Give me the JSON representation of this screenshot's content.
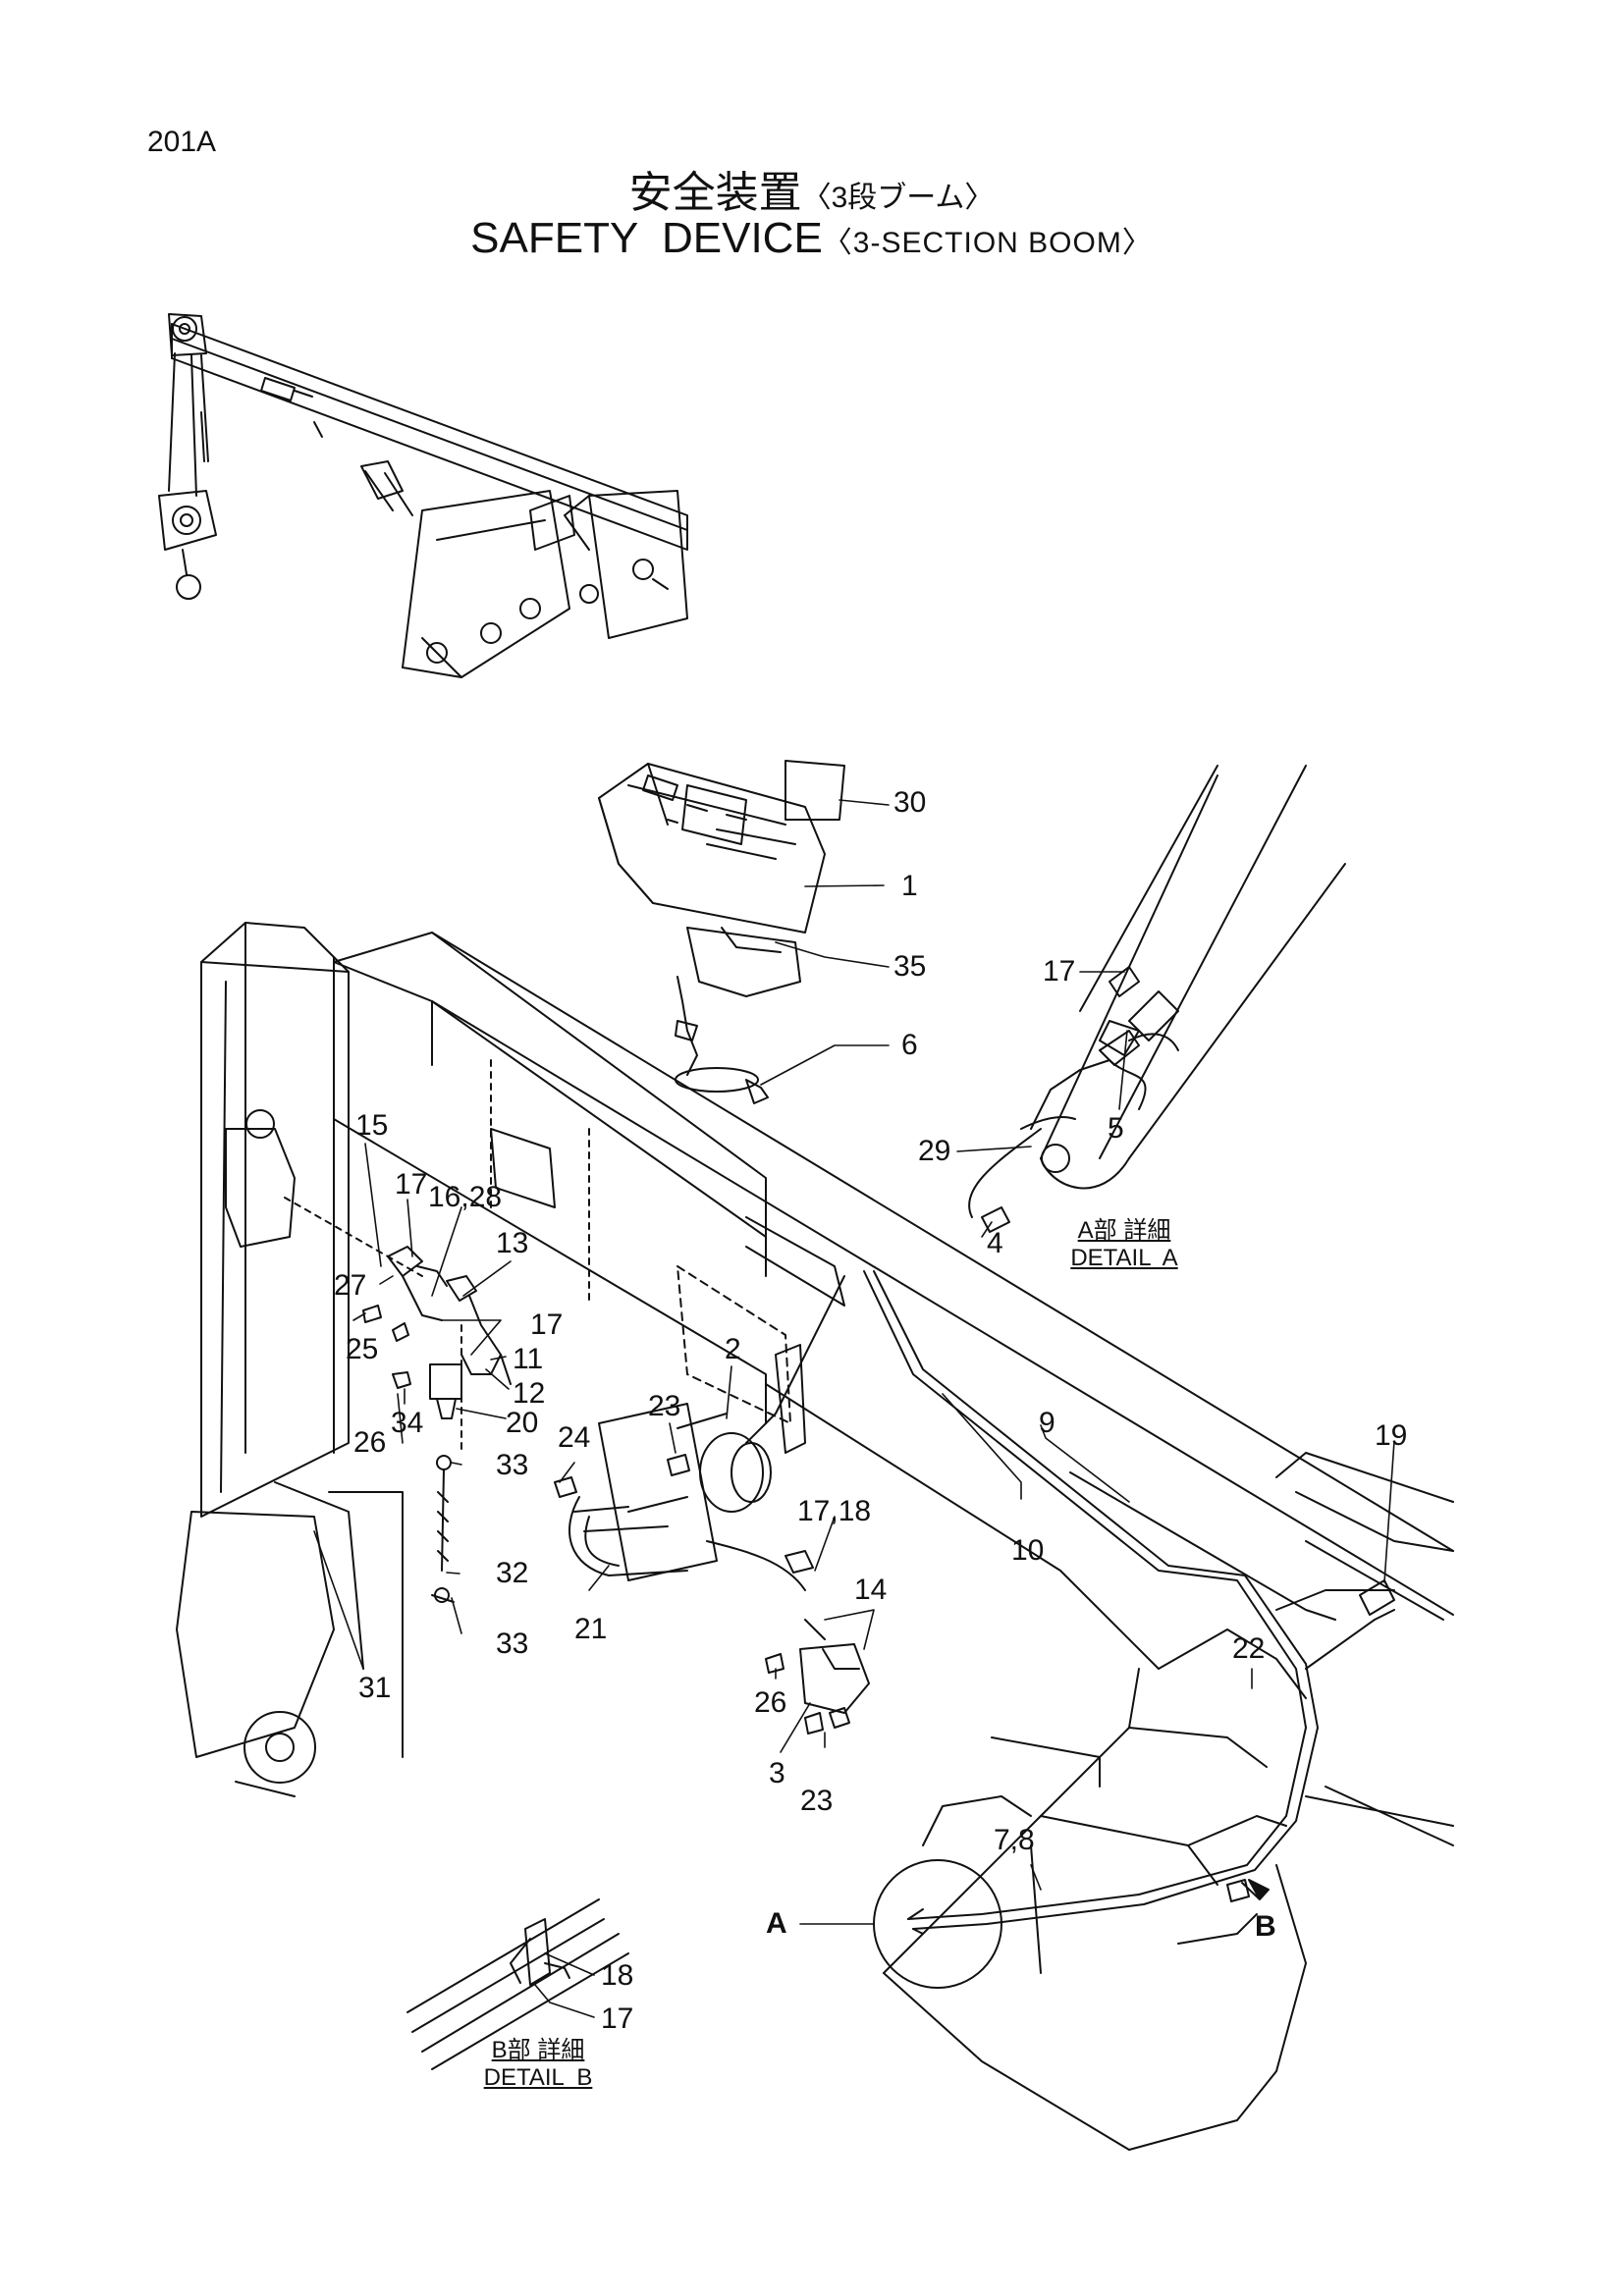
{
  "page_number": "201A",
  "title": {
    "jp": "安全装置",
    "jp_sub": "〈3段ブーム〉",
    "en": "SAFETY  DEVICE",
    "en_sub": "〈3-SECTION BOOM〉"
  },
  "detail_a": {
    "jp": "A部 詳細",
    "en": "DETAIL  A"
  },
  "detail_b": {
    "jp": "B部 詳細",
    "en": "DETAIL  B"
  },
  "callouts": [
    {
      "id": "30",
      "label": "30"
    },
    {
      "id": "1",
      "label": "1"
    },
    {
      "id": "35",
      "label": "35"
    },
    {
      "id": "6",
      "label": "6"
    },
    {
      "id": "17a",
      "label": "17"
    },
    {
      "id": "5",
      "label": "5"
    },
    {
      "id": "29",
      "label": "29"
    },
    {
      "id": "4",
      "label": "4"
    },
    {
      "id": "15",
      "label": "15"
    },
    {
      "id": "17b",
      "label": "17"
    },
    {
      "id": "16_28",
      "label": "16,28"
    },
    {
      "id": "13",
      "label": "13"
    },
    {
      "id": "27",
      "label": "27"
    },
    {
      "id": "17c",
      "label": "17"
    },
    {
      "id": "25",
      "label": "25"
    },
    {
      "id": "11",
      "label": "11"
    },
    {
      "id": "12",
      "label": "12"
    },
    {
      "id": "26a",
      "label": "26"
    },
    {
      "id": "34",
      "label": "34"
    },
    {
      "id": "20",
      "label": "20"
    },
    {
      "id": "33a",
      "label": "33"
    },
    {
      "id": "32",
      "label": "32"
    },
    {
      "id": "33b",
      "label": "33"
    },
    {
      "id": "31",
      "label": "31"
    },
    {
      "id": "23a",
      "label": "23"
    },
    {
      "id": "2",
      "label": "2"
    },
    {
      "id": "24",
      "label": "24"
    },
    {
      "id": "21",
      "label": "21"
    },
    {
      "id": "17_18",
      "label": "17,18"
    },
    {
      "id": "14",
      "label": "14"
    },
    {
      "id": "26b",
      "label": "26"
    },
    {
      "id": "3",
      "label": "3"
    },
    {
      "id": "23b",
      "label": "23"
    },
    {
      "id": "9",
      "label": "9"
    },
    {
      "id": "10",
      "label": "10"
    },
    {
      "id": "19",
      "label": "19"
    },
    {
      "id": "22",
      "label": "22"
    },
    {
      "id": "7_8",
      "label": "7,8"
    },
    {
      "id": "A",
      "label": "A"
    },
    {
      "id": "B",
      "label": "B"
    },
    {
      "id": "18",
      "label": "18"
    },
    {
      "id": "17d",
      "label": "17"
    }
  ]
}
